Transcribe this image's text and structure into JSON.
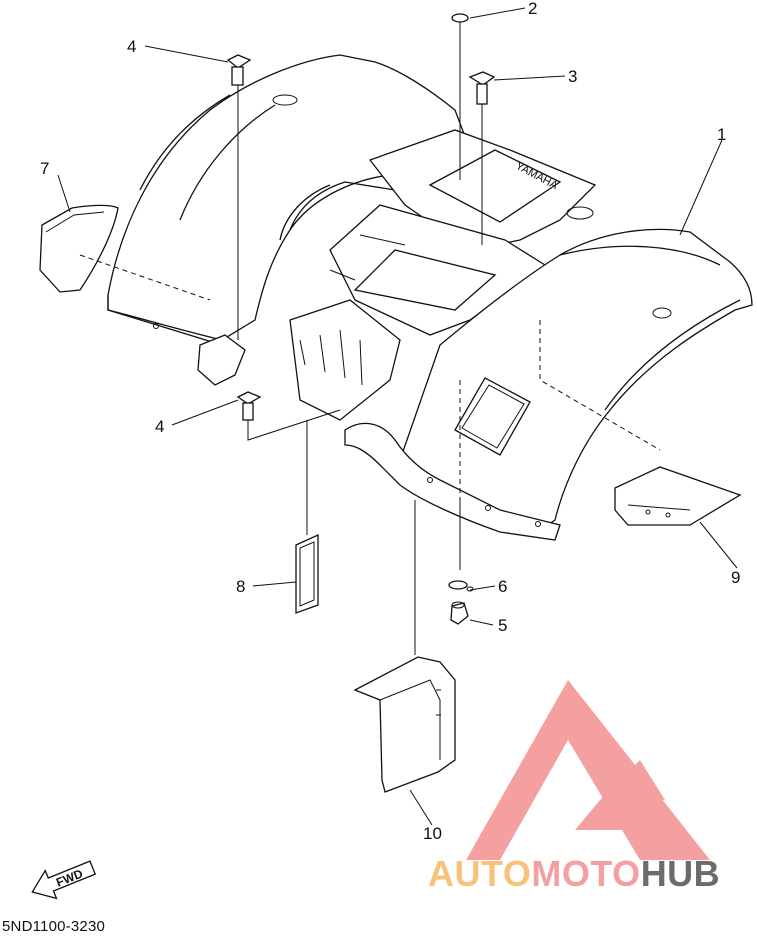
{
  "diagram": {
    "part_code": "5ND1100-3230",
    "fwd_label": "FWD",
    "brand_text": "YAMAHA",
    "callouts": [
      {
        "id": "1",
        "label": "1"
      },
      {
        "id": "2",
        "label": "2"
      },
      {
        "id": "3",
        "label": "3"
      },
      {
        "id": "4a",
        "label": "4"
      },
      {
        "id": "4b",
        "label": "4"
      },
      {
        "id": "5",
        "label": "5"
      },
      {
        "id": "6",
        "label": "6"
      },
      {
        "id": "7",
        "label": "7"
      },
      {
        "id": "8",
        "label": "8"
      },
      {
        "id": "9",
        "label": "9"
      },
      {
        "id": "10",
        "label": "10"
      }
    ]
  },
  "watermark": {
    "text_part1": "AUTO",
    "text_part2": "MOTO",
    "text_part3": "HUB",
    "color_primary": "#f5a0a0",
    "color_accent": "#f7c27a",
    "color_dark": "#6b6b6b"
  }
}
